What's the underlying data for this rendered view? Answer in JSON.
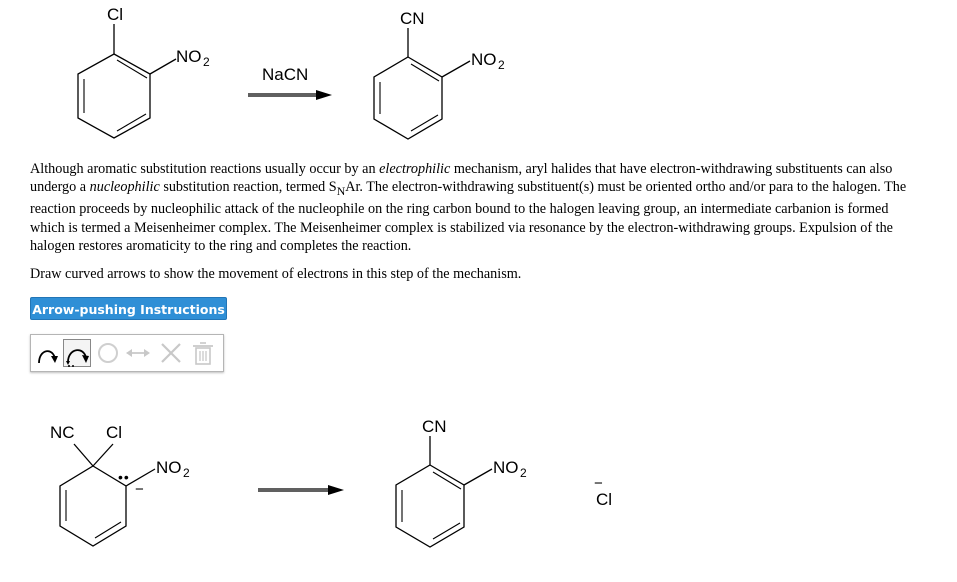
{
  "reaction": {
    "reactant": {
      "substituent_top": "Cl",
      "substituent_right": "NO",
      "subscript": "2"
    },
    "reagent": "NaCN",
    "product": {
      "substituent_top": "CN",
      "substituent_right": "NO",
      "subscript": "2"
    }
  },
  "paragraph": {
    "p1": "Although aromatic substitution reactions usually occur by an ",
    "em1": "electrophilic",
    "p2": " mechanism, aryl halides that have electron-withdrawing substituents can also undergo a ",
    "em2": "nucleophilic",
    "p3": " substitution reaction, termed S",
    "sub_n": "N",
    "p4": "Ar. The electron-withdrawing substituent(s) must be oriented ortho and/or para to the halogen. The reaction proceeds by nucleophilic attack of the nucleophile on the ring carbon bound to the halogen leaving group, an intermediate carbanion is formed which is termed a Meisenheimer complex. The Meisenheimer complex is stabilized via resonance by the electron-withdrawing groups. Expulsion of the halogen restores aromaticity to the ring and completes the reaction."
  },
  "prompt": "Draw curved arrows to show the movement of electrons in this step of the mechanism.",
  "instructions_button": "Arrow-pushing Instructions",
  "toolbar": {
    "tools": [
      "single-headed-curved-arrow",
      "double-headed-curved-arrow",
      "rotate-arrow",
      "resize-arrow",
      "delete",
      "clear-all"
    ]
  },
  "mechanism_step": {
    "intermediate": {
      "left_label": "NC",
      "right_label": "Cl",
      "nitro": "NO",
      "subscript": "2",
      "lone_pair": "••",
      "charge": "−"
    },
    "product": {
      "substituent_top": "CN",
      "nitro": "NO",
      "subscript": "2"
    },
    "leaving_group": {
      "label": "Cl",
      "charge": "−"
    }
  },
  "colors": {
    "button_bg": "#2f8fd6",
    "toolbar_border": "#b5b5b5"
  }
}
